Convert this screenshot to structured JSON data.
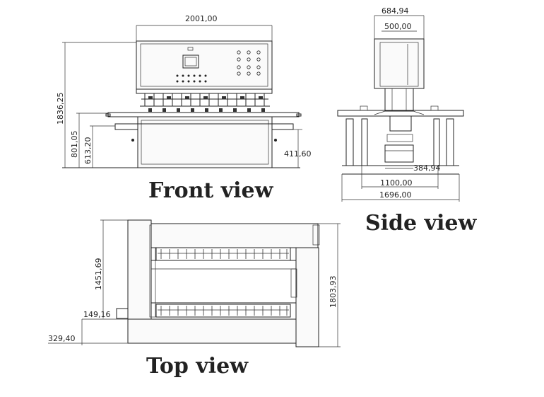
{
  "views": {
    "front": {
      "title": "Front view",
      "dims": {
        "width": "2001,00",
        "height": "1836,25",
        "conveyor_height": "801,05",
        "frame_height": "613,20",
        "foot_offset": "411,60"
      }
    },
    "side": {
      "title": "Side view",
      "dims": {
        "top_width": "684,94",
        "head_width": "500,00",
        "small": "384,94",
        "base_inner": "1100,00",
        "base_total": "1696,00"
      }
    },
    "top": {
      "title": "Top view",
      "dims": {
        "depth": "1451,69",
        "total_depth": "1803,93",
        "offset_a": "149,16",
        "offset_b": "329,40"
      }
    }
  }
}
